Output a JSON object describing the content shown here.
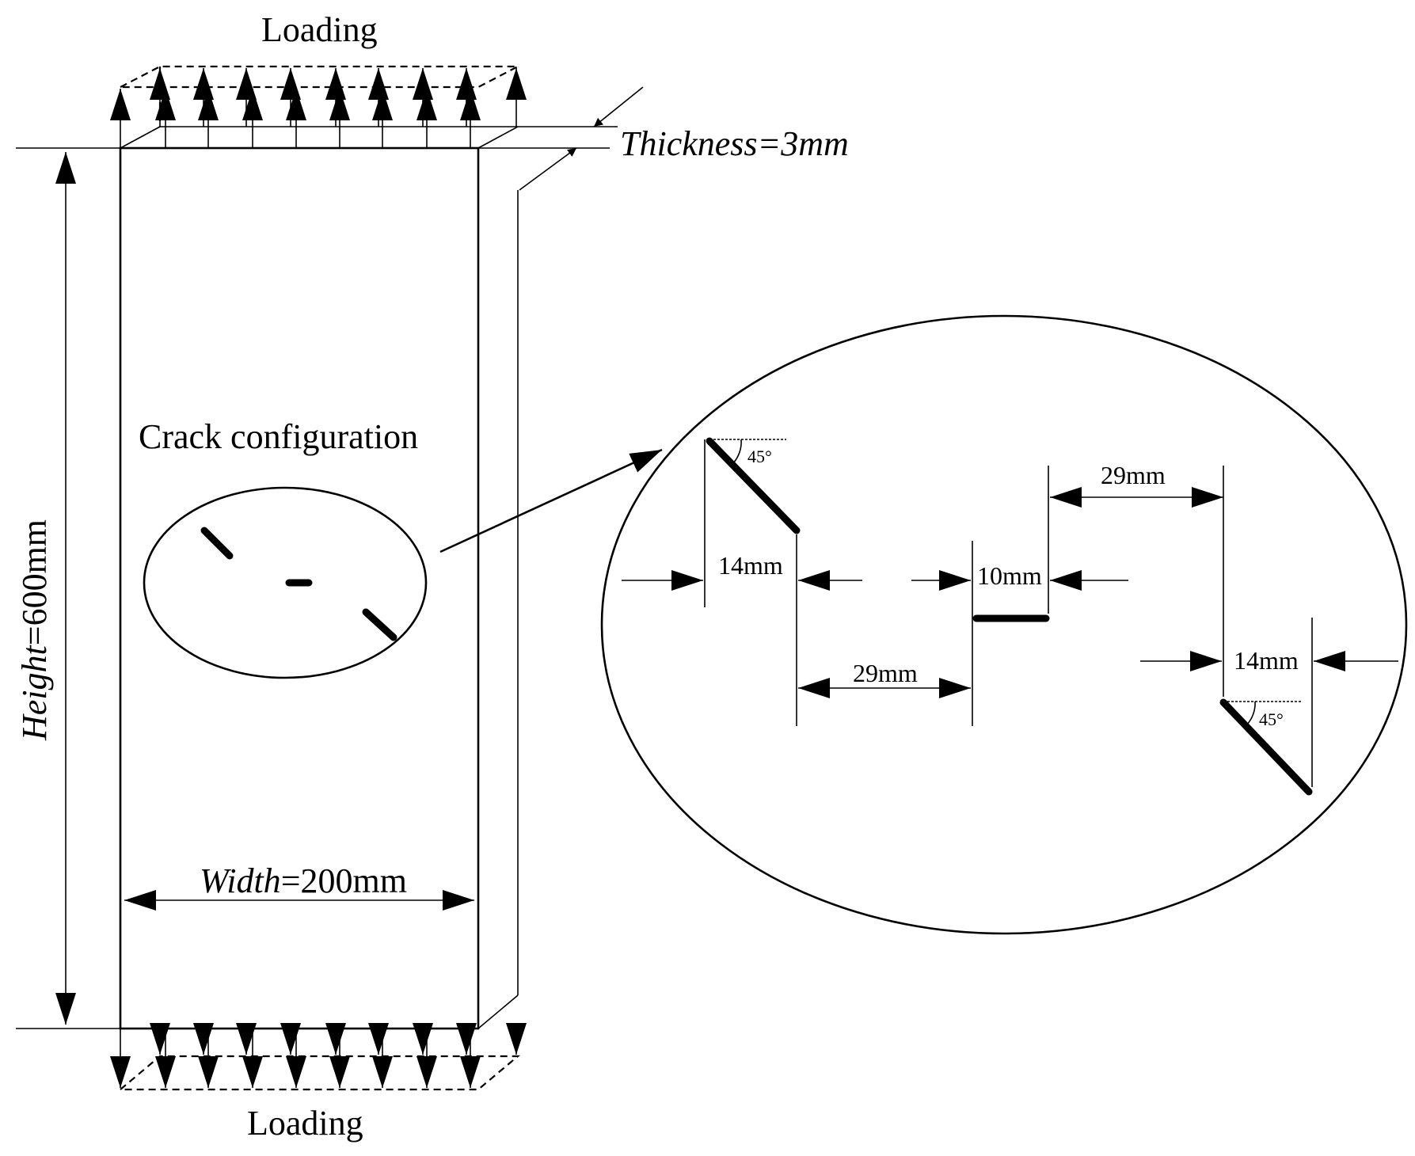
{
  "labels": {
    "loading_top": "Loading",
    "loading_bottom": "Loading",
    "thickness_var": "Thickness",
    "thickness_val": "=3mm",
    "height_var": "Height",
    "height_val": "=600mm",
    "width_var": "Width",
    "width_val": "=200mm",
    "crack_configuration": "Crack configuration"
  },
  "detail": {
    "left_crack_width": "14mm",
    "left_crack_angle": "45°",
    "center_crack_width": "10mm",
    "gap_left_center": "29mm",
    "gap_center_right": "29mm",
    "right_crack_width": "14mm",
    "right_crack_angle": "45°"
  },
  "colors": {
    "line": "#000000",
    "background": "#ffffff"
  }
}
